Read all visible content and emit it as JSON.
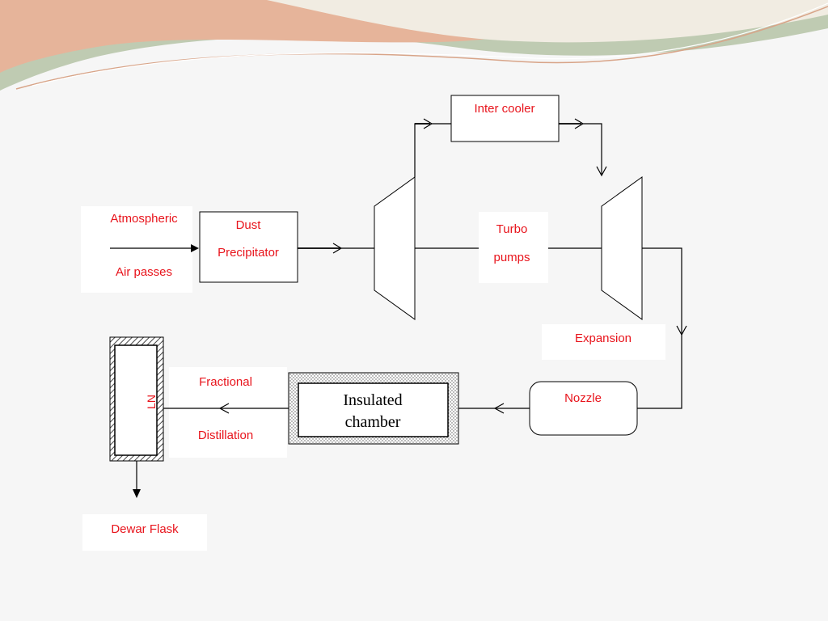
{
  "colors": {
    "label_text": "#e8141c",
    "line": "#000000",
    "background": "#f6f6f6",
    "banner_peach": "#e6b49a",
    "banner_sage": "#bfcbb2",
    "banner_cream": "#f1ece2"
  },
  "labels": {
    "atmospheric": "Atmospheric",
    "air_passes": "Air passes",
    "dust": "Dust",
    "precipitator": "Precipitator",
    "inter_cooler": "Inter cooler",
    "turbo": "Turbo",
    "pumps": "pumps",
    "expansion": "Expansion",
    "nozzle": "Nozzle",
    "insulated": "Insulated",
    "chamber": "chamber",
    "fractional": "Fractional",
    "distillation": "Distillation",
    "ln2": "LN",
    "dewar_flask": "Dewar Flask"
  }
}
